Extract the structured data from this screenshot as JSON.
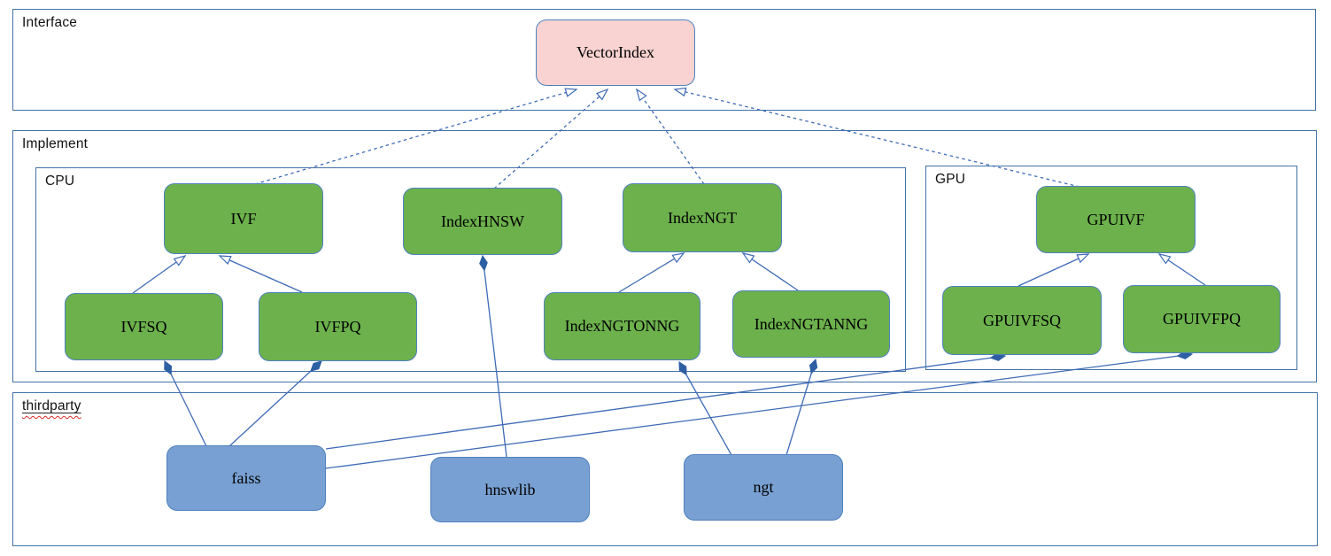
{
  "diagram": {
    "containers": {
      "interface": {
        "label": "Interface"
      },
      "implement": {
        "label": "Implement"
      },
      "cpu": {
        "label": "CPU"
      },
      "gpu": {
        "label": "GPU"
      },
      "thirdparty": {
        "label": "thirdparty"
      }
    },
    "nodes": {
      "vector_index": {
        "label": "VectorIndex",
        "fill": "#f9d3d1",
        "group": "Interface"
      },
      "ivf": {
        "label": "IVF",
        "fill": "#6cb14c",
        "group": "CPU"
      },
      "index_hnsw": {
        "label": "IndexHNSW",
        "fill": "#6cb14c",
        "group": "CPU"
      },
      "index_ngt": {
        "label": "IndexNGT",
        "fill": "#6cb14c",
        "group": "CPU"
      },
      "ivfsq": {
        "label": "IVFSQ",
        "fill": "#6cb14c",
        "group": "CPU"
      },
      "ivfpq": {
        "label": "IVFPQ",
        "fill": "#6cb14c",
        "group": "CPU"
      },
      "index_ngtonng": {
        "label": "IndexNGTONNG",
        "fill": "#6cb14c",
        "group": "CPU"
      },
      "index_ngtanng": {
        "label": "IndexNGTANNG",
        "fill": "#6cb14c",
        "group": "CPU"
      },
      "gpu_ivf": {
        "label": "GPUIVF",
        "fill": "#6cb14c",
        "group": "GPU"
      },
      "gpu_ivfsq": {
        "label": "GPUIVFSQ",
        "fill": "#6cb14c",
        "group": "GPU"
      },
      "gpu_ivfpq": {
        "label": "GPUIVFPQ",
        "fill": "#6cb14c",
        "group": "GPU"
      },
      "faiss": {
        "label": "faiss",
        "fill": "#78a0d2",
        "group": "thirdparty"
      },
      "hnswlib": {
        "label": "hnswlib",
        "fill": "#78a0d2",
        "group": "thirdparty"
      },
      "ngt": {
        "label": "ngt",
        "fill": "#78a0d2",
        "group": "thirdparty"
      }
    },
    "edges": [
      {
        "from": "IVF",
        "to": "VectorIndex",
        "type": "realization-dashed-open-arrow"
      },
      {
        "from": "IndexHNSW",
        "to": "VectorIndex",
        "type": "realization-dashed-open-arrow"
      },
      {
        "from": "IndexNGT",
        "to": "VectorIndex",
        "type": "realization-dashed-open-arrow"
      },
      {
        "from": "GPUIVF",
        "to": "VectorIndex",
        "type": "realization-dashed-open-arrow"
      },
      {
        "from": "IVFSQ",
        "to": "IVF",
        "type": "generalization-open-arrow"
      },
      {
        "from": "IVFPQ",
        "to": "IVF",
        "type": "generalization-open-arrow"
      },
      {
        "from": "IndexNGTONNG",
        "to": "IndexNGT",
        "type": "generalization-open-arrow"
      },
      {
        "from": "IndexNGTANNG",
        "to": "IndexNGT",
        "type": "generalization-open-arrow"
      },
      {
        "from": "GPUIVFSQ",
        "to": "GPUIVF",
        "type": "generalization-open-arrow"
      },
      {
        "from": "GPUIVFPQ",
        "to": "GPUIVF",
        "type": "generalization-open-arrow"
      },
      {
        "from": "faiss",
        "to": "IVFSQ",
        "type": "composition-filled-diamond"
      },
      {
        "from": "faiss",
        "to": "IVFPQ",
        "type": "composition-filled-diamond"
      },
      {
        "from": "faiss",
        "to": "GPUIVFSQ",
        "type": "composition-filled-diamond"
      },
      {
        "from": "faiss",
        "to": "GPUIVFPQ",
        "type": "composition-filled-diamond"
      },
      {
        "from": "hnswlib",
        "to": "IndexHNSW",
        "type": "composition-filled-diamond"
      },
      {
        "from": "ngt",
        "to": "IndexNGTONNG",
        "type": "composition-filled-diamond"
      },
      {
        "from": "ngt",
        "to": "IndexNGTANNG",
        "type": "composition-filled-diamond"
      }
    ],
    "colors": {
      "green_node_fill": "#6cb14c",
      "pink_node_fill": "#f9d3d1",
      "blue_node_fill": "#78a0d2",
      "node_border": "#4f81bd",
      "container_border": "#4472a8",
      "connector_stroke": "#3f6bb5",
      "spellcheck_squiggle": "#d92b2b",
      "label_text": "#000000"
    }
  }
}
